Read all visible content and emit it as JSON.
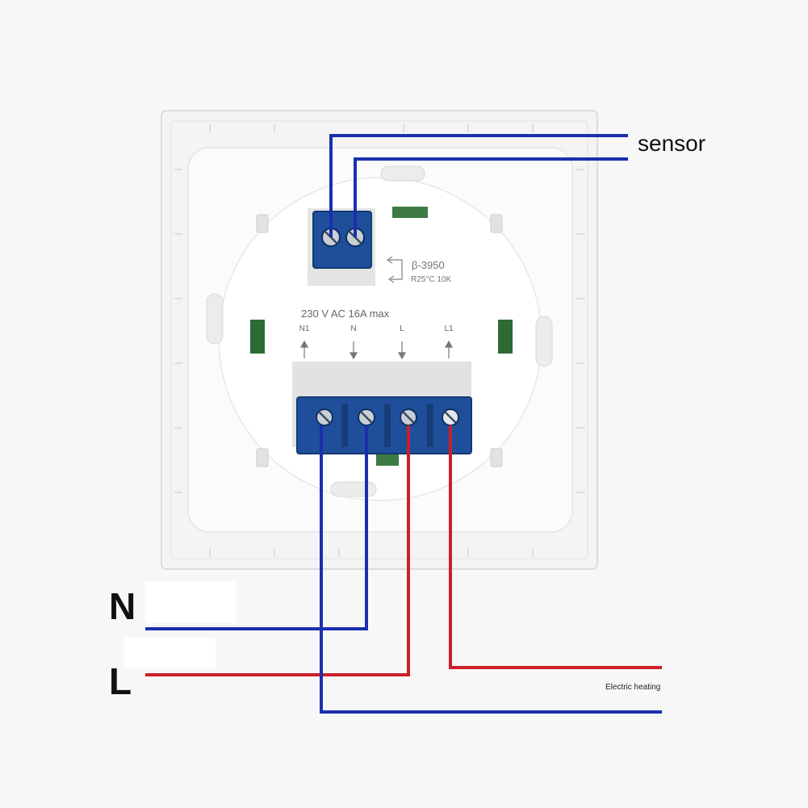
{
  "labels": {
    "sensor": "sensor",
    "neutral": "N",
    "live": "L",
    "electric_heating": "Electric heating"
  },
  "pcb": {
    "sensor_spec": "β-3950",
    "sensor_resistance": "R25°C 10K",
    "rating": "230 V AC  16A max",
    "terminals": [
      "N1",
      "N",
      "L",
      "L1"
    ]
  },
  "colors": {
    "neutral_wire": "#1a2fb0",
    "live_wire": "#cc1f2a",
    "terminal_block": "#1f4f9a",
    "background": "#f7f7f7"
  }
}
